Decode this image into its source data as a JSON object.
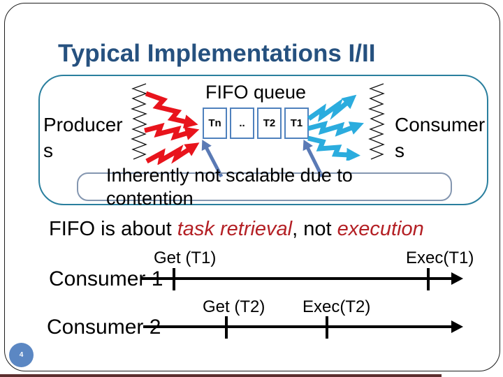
{
  "slide": {
    "title": "Typical Implementations I/II",
    "page_number": "4"
  },
  "diagram": {
    "queue_title": "FIFO queue",
    "queue_cells": [
      "Tn",
      "..",
      "T2",
      "T1"
    ],
    "producers": {
      "line1": "Producer",
      "line2": "s"
    },
    "consumers": {
      "line1": "Consumer",
      "line2": "s"
    },
    "callout": "Inherently not scalable due to contention"
  },
  "statement": {
    "prefix": "FIFO is about ",
    "emphasis1": "task retrieval",
    "middle": ", not ",
    "emphasis2": "execution"
  },
  "timelines": [
    {
      "label": "Consumer 1",
      "get_label": "Get (T1)",
      "exec_label": "Exec(T1)"
    },
    {
      "label": "Consumer 2",
      "get_label": "Get (T2)",
      "exec_label": "Exec(T2)"
    }
  ],
  "colors": {
    "title": "#26517f",
    "diagram_border": "#2a7f9e",
    "callout_border": "#8496b0",
    "queue_cell_border": "#4f81bd",
    "producer_arrows": "#e8141c",
    "consumer_arrows": "#2bacde",
    "pointer_arrows": "#5a7ab5",
    "emphasis_text": "#b42025",
    "page_badge": "#5b87c3"
  }
}
